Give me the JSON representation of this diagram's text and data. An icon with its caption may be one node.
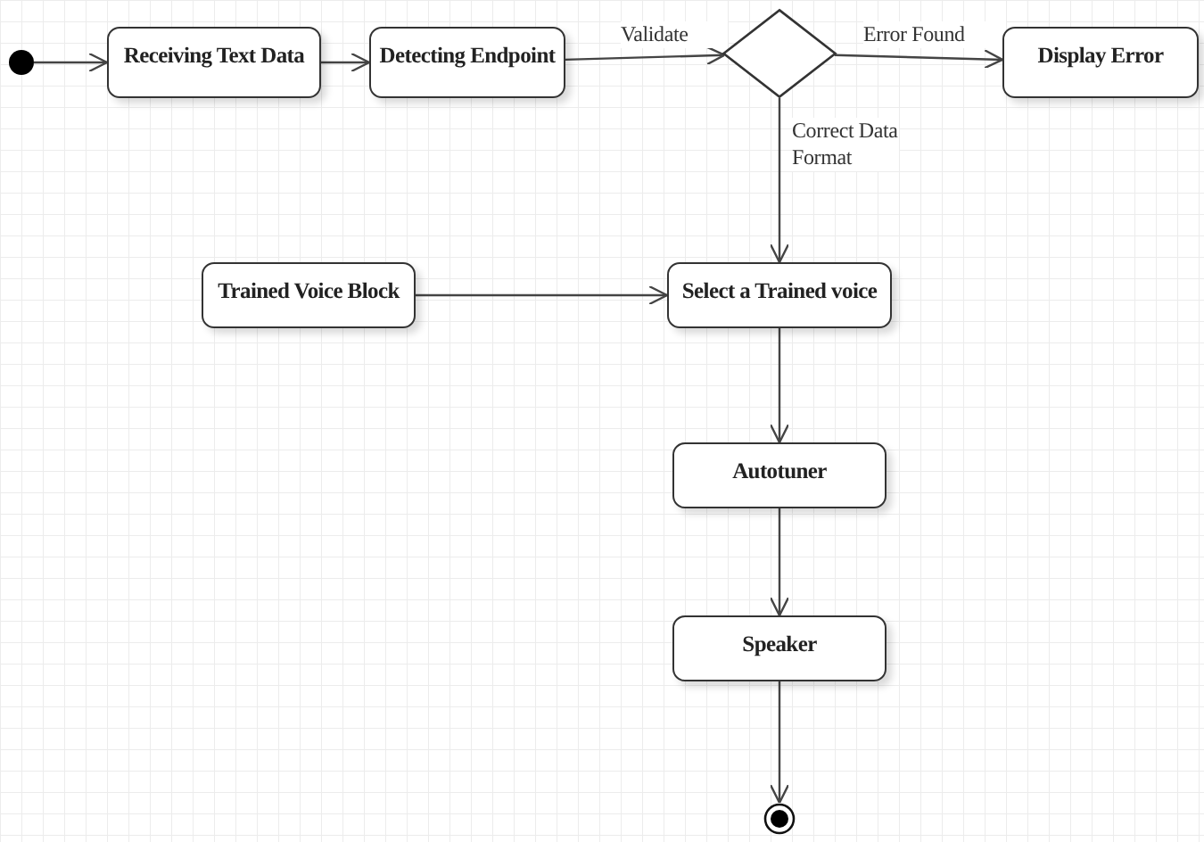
{
  "diagram": {
    "nodes": [
      {
        "text": [],
        "shape": "circle"
      },
      {
        "text": [
          "Receiving Text Data"
        ]
      },
      {
        "text": [
          "Detecting Endpoint"
        ]
      },
      {
        "text": [],
        "shape": "diamond"
      },
      {
        "text": [
          "Display Error"
        ]
      },
      {
        "text": [
          "Trained Voice Block"
        ]
      },
      {
        "text": [
          "Select a Trained voice"
        ]
      },
      {
        "text": [
          "Autotuner"
        ]
      },
      {
        "text": [
          "Speaker"
        ]
      },
      {
        "text": [],
        "shape": "circle"
      }
    ],
    "edges": [
      {
        "from": 0,
        "to": 1,
        "arrow": "to"
      },
      {
        "from": 1,
        "to": 2,
        "arrow": "to"
      },
      {
        "from": 2,
        "to": 3,
        "arrow": "to",
        "label": "Validate"
      },
      {
        "from": 3,
        "to": 4,
        "arrow": "to",
        "label": "Error Found"
      },
      {
        "from": 3,
        "to": 6,
        "arrow": "to",
        "label": "Correct Data Format"
      },
      {
        "from": 5,
        "to": 6,
        "arrow": "to"
      },
      {
        "from": 6,
        "to": 7,
        "arrow": "to"
      },
      {
        "from": 7,
        "to": 8,
        "arrow": "to"
      },
      {
        "from": 8,
        "to": 9,
        "arrow": "to"
      }
    ]
  }
}
